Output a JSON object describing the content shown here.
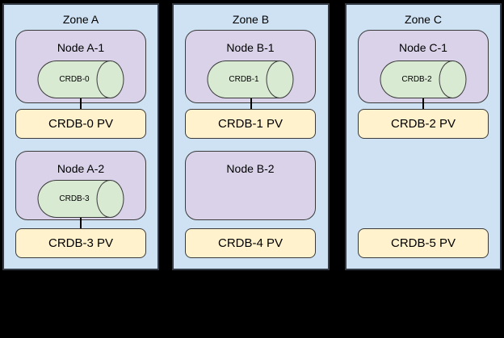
{
  "colors": {
    "canvas_bg": "#000000",
    "zone_bg": "#cfe2f3",
    "node_bg": "#d9d2e9",
    "pod_bg": "#d9ead3",
    "pv_bg": "#fff2cc",
    "zone_border": "#333c46",
    "shape_border": "#3a3a3a",
    "connector": "#000000",
    "text": "#000000"
  },
  "zones": [
    {
      "title": "Zone A",
      "node1": {
        "label": "Node A-1",
        "pod": "CRDB-0"
      },
      "pv1": "CRDB-0 PV",
      "node2": {
        "label": "Node A-2",
        "pod": "CRDB-3"
      },
      "pv2": "CRDB-3 PV"
    },
    {
      "title": "Zone B",
      "node1": {
        "label": "Node B-1",
        "pod": "CRDB-1"
      },
      "pv1": "CRDB-1 PV",
      "node2": {
        "label": "Node B-2"
      },
      "pv2": "CRDB-4 PV"
    },
    {
      "title": "Zone C",
      "node1": {
        "label": "Node C-1",
        "pod": "CRDB-2"
      },
      "pv1": "CRDB-2 PV",
      "pv2": "CRDB-5 PV"
    }
  ]
}
